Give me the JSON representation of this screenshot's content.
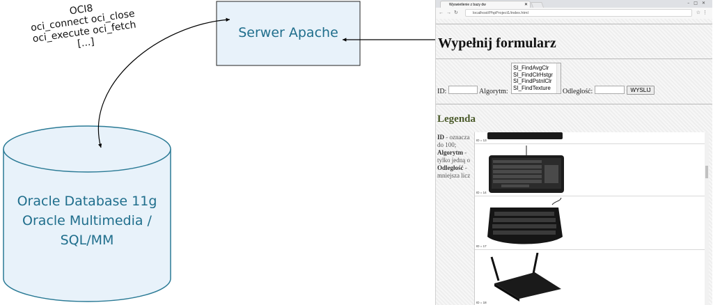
{
  "diagram": {
    "server_label": "Serwer Apache",
    "database_lines": [
      "Oracle Database 11g",
      "Oracle Multimedia /",
      "SQL/MM"
    ],
    "oci_lines": [
      "OCI8",
      "oci_connect oci_close",
      "oci_execute oci_fetch",
      "[...]"
    ],
    "colors": {
      "node_fill": "#e8f2fa",
      "node_text": "#1f6e8c",
      "db_stroke": "#2a7a95"
    }
  },
  "browser": {
    "tab_title": "Wyswietlenie z bazy dw",
    "url": "localhost/PhpProject1/index.html",
    "page": {
      "form_title": "Wypełnij formularz",
      "id_label": "ID:",
      "algorithm_label": "Algorytm:",
      "algorithm_options": [
        "SI_FindAvgClr",
        "SI_FindClrHstgr",
        "SI_FindPstnlClr",
        "SI_FindTexture"
      ],
      "distance_label": "Odległość:",
      "submit_label": "WYSLIJ",
      "legend_title": "Legenda",
      "legend_lines": [
        {
          "bold": "ID",
          "text": " - oznacza"
        },
        {
          "bold": "",
          "text": "do 100;"
        },
        {
          "bold": "Algorytm",
          "text": " - "
        },
        {
          "bold": "",
          "text": "tylko jedną o"
        },
        {
          "bold": "Odległość",
          "text": " - "
        },
        {
          "bold": "",
          "text": "mniejsza licz"
        }
      ],
      "result_ids": [
        "ID = 13",
        "ID = 14",
        "ID = 17",
        "ID = 18"
      ]
    }
  }
}
